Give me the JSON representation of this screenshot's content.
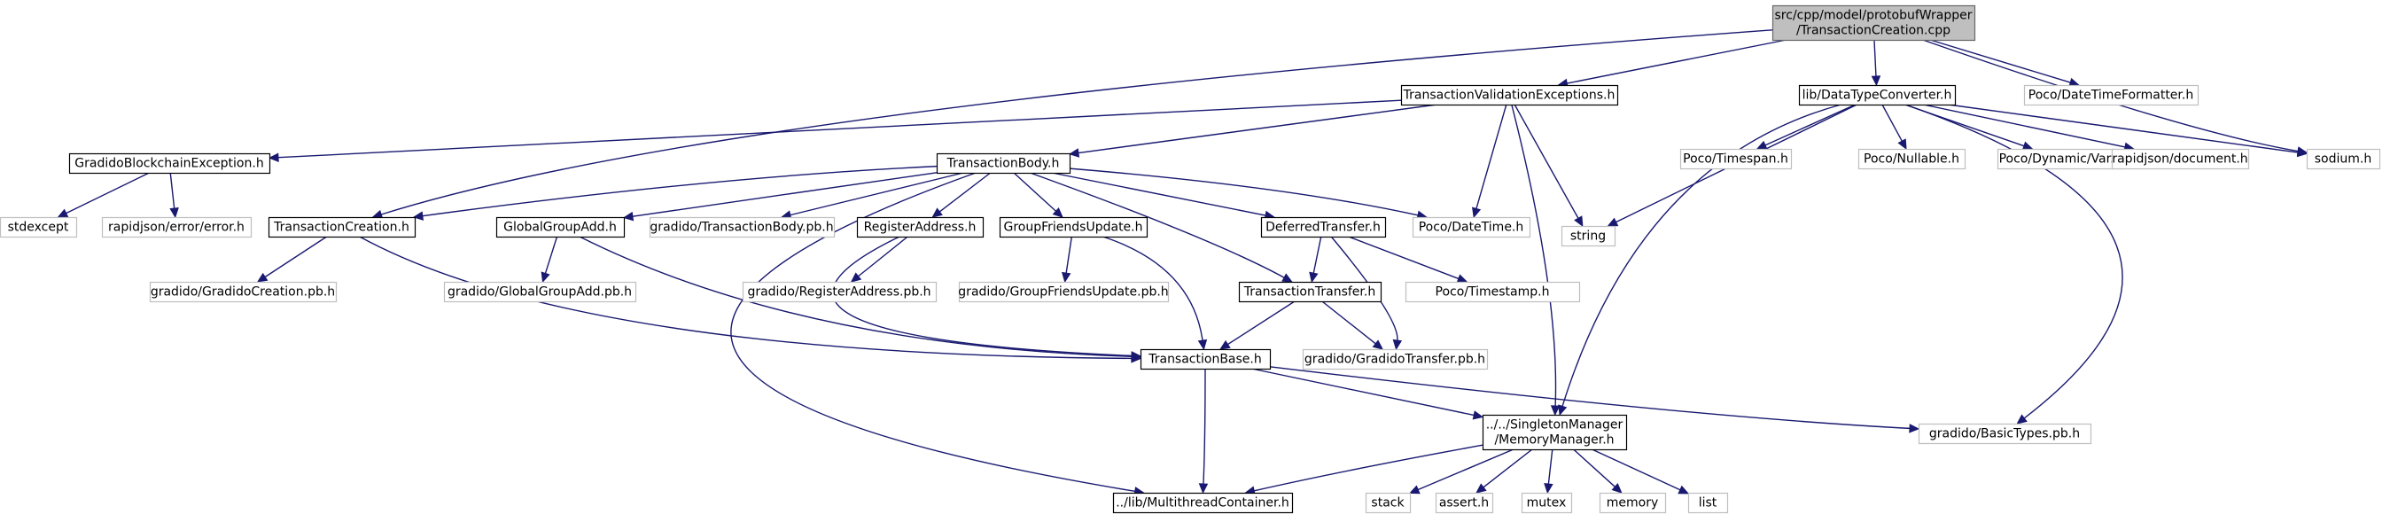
{
  "graph": {
    "nodes": [
      {
        "id": "root",
        "lines": [
          "src/cpp/model/protobufWrapper",
          "/TransactionCreation.cpp"
        ],
        "kind": "root"
      },
      {
        "id": "tve",
        "lines": [
          "TransactionValidationExceptions.h"
        ],
        "kind": "internal"
      },
      {
        "id": "dtc",
        "lines": [
          "lib/DataTypeConverter.h"
        ],
        "kind": "internal"
      },
      {
        "id": "pocoDTF",
        "lines": [
          "Poco/DateTimeFormatter.h"
        ],
        "kind": "external"
      },
      {
        "id": "gbe",
        "lines": [
          "GradidoBlockchainException.h"
        ],
        "kind": "internal"
      },
      {
        "id": "tbody",
        "lines": [
          "TransactionBody.h"
        ],
        "kind": "internal"
      },
      {
        "id": "string",
        "lines": [
          "string"
        ],
        "kind": "external"
      },
      {
        "id": "timespan",
        "lines": [
          "Poco/Timespan.h"
        ],
        "kind": "external"
      },
      {
        "id": "nullable",
        "lines": [
          "Poco/Nullable.h"
        ],
        "kind": "external"
      },
      {
        "id": "dynvar",
        "lines": [
          "Poco/Dynamic/Var.h"
        ],
        "kind": "external"
      },
      {
        "id": "rjdoc",
        "lines": [
          "rapidjson/document.h"
        ],
        "kind": "external"
      },
      {
        "id": "sodium",
        "lines": [
          "sodium.h"
        ],
        "kind": "external"
      },
      {
        "id": "stdexcept",
        "lines": [
          "stdexcept"
        ],
        "kind": "external"
      },
      {
        "id": "rjerr",
        "lines": [
          "rapidjson/error/error.h"
        ],
        "kind": "external"
      },
      {
        "id": "tcreation",
        "lines": [
          "TransactionCreation.h"
        ],
        "kind": "internal"
      },
      {
        "id": "gga",
        "lines": [
          "GlobalGroupAdd.h"
        ],
        "kind": "internal"
      },
      {
        "id": "tbodypb",
        "lines": [
          "gradido/TransactionBody.pb.h"
        ],
        "kind": "external"
      },
      {
        "id": "regaddr",
        "lines": [
          "RegisterAddress.h"
        ],
        "kind": "internal"
      },
      {
        "id": "gfu",
        "lines": [
          "GroupFriendsUpdate.h"
        ],
        "kind": "internal"
      },
      {
        "id": "deferred",
        "lines": [
          "DeferredTransfer.h"
        ],
        "kind": "internal"
      },
      {
        "id": "pocoDT",
        "lines": [
          "Poco/DateTime.h"
        ],
        "kind": "external"
      },
      {
        "id": "creationpb",
        "lines": [
          "gradido/GradidoCreation.pb.h"
        ],
        "kind": "external"
      },
      {
        "id": "ggapb",
        "lines": [
          "gradido/GlobalGroupAdd.pb.h"
        ],
        "kind": "external"
      },
      {
        "id": "regaddrpb",
        "lines": [
          "gradido/RegisterAddress.pb.h"
        ],
        "kind": "external"
      },
      {
        "id": "gfupb",
        "lines": [
          "gradido/GroupFriendsUpdate.pb.h"
        ],
        "kind": "external"
      },
      {
        "id": "transfer",
        "lines": [
          "TransactionTransfer.h"
        ],
        "kind": "internal"
      },
      {
        "id": "pocoTS",
        "lines": [
          "Poco/Timestamp.h"
        ],
        "kind": "external"
      },
      {
        "id": "tbase",
        "lines": [
          "TransactionBase.h"
        ],
        "kind": "internal"
      },
      {
        "id": "transferpb",
        "lines": [
          "gradido/GradidoTransfer.pb.h"
        ],
        "kind": "external"
      },
      {
        "id": "memmgr",
        "lines": [
          "../../SingletonManager",
          "/MemoryManager.h"
        ],
        "kind": "internal"
      },
      {
        "id": "basictypes",
        "lines": [
          "gradido/BasicTypes.pb.h"
        ],
        "kind": "external"
      },
      {
        "id": "stack",
        "lines": [
          "stack"
        ],
        "kind": "external"
      },
      {
        "id": "asserth",
        "lines": [
          "assert.h"
        ],
        "kind": "external"
      },
      {
        "id": "mutex",
        "lines": [
          "mutex"
        ],
        "kind": "external"
      },
      {
        "id": "memory",
        "lines": [
          "memory"
        ],
        "kind": "external"
      },
      {
        "id": "list",
        "lines": [
          "list"
        ],
        "kind": "external"
      },
      {
        "id": "mtc",
        "lines": [
          "../lib/MultithreadContainer.h"
        ],
        "kind": "internal"
      }
    ],
    "edges": [
      [
        "root",
        "tve"
      ],
      [
        "root",
        "dtc"
      ],
      [
        "root",
        "pocoDTF"
      ],
      [
        "root",
        "sodium"
      ],
      [
        "root",
        "tcreation"
      ],
      [
        "tve",
        "gbe"
      ],
      [
        "tve",
        "tbody"
      ],
      [
        "tve",
        "string"
      ],
      [
        "tve",
        "pocoDT"
      ],
      [
        "tve",
        "memmgr"
      ],
      [
        "dtc",
        "string"
      ],
      [
        "dtc",
        "timespan"
      ],
      [
        "dtc",
        "nullable"
      ],
      [
        "dtc",
        "dynvar"
      ],
      [
        "dtc",
        "rjdoc"
      ],
      [
        "dtc",
        "sodium"
      ],
      [
        "dtc",
        "basictypes"
      ],
      [
        "dtc",
        "memmgr"
      ],
      [
        "gbe",
        "stdexcept"
      ],
      [
        "gbe",
        "rjerr"
      ],
      [
        "tbody",
        "tcreation"
      ],
      [
        "tbody",
        "gga"
      ],
      [
        "tbody",
        "tbodypb"
      ],
      [
        "tbody",
        "regaddr"
      ],
      [
        "tbody",
        "gfu"
      ],
      [
        "tbody",
        "deferred"
      ],
      [
        "tbody",
        "transfer"
      ],
      [
        "tbody",
        "pocoDT"
      ],
      [
        "tbody",
        "mtc"
      ],
      [
        "tcreation",
        "creationpb"
      ],
      [
        "tcreation",
        "tbase"
      ],
      [
        "gga",
        "ggapb"
      ],
      [
        "gga",
        "tbase"
      ],
      [
        "regaddr",
        "regaddrpb"
      ],
      [
        "regaddr",
        "tbase"
      ],
      [
        "gfu",
        "gfupb"
      ],
      [
        "gfu",
        "tbase"
      ],
      [
        "deferred",
        "transfer"
      ],
      [
        "deferred",
        "pocoTS"
      ],
      [
        "deferred",
        "transferpb"
      ],
      [
        "transfer",
        "tbase"
      ],
      [
        "transfer",
        "transferpb"
      ],
      [
        "tbase",
        "memmgr"
      ],
      [
        "tbase",
        "basictypes"
      ],
      [
        "tbase",
        "mtc"
      ],
      [
        "memmgr",
        "stack"
      ],
      [
        "memmgr",
        "asserth"
      ],
      [
        "memmgr",
        "mutex"
      ],
      [
        "memmgr",
        "memory"
      ],
      [
        "memmgr",
        "list"
      ],
      [
        "memmgr",
        "mtc"
      ]
    ]
  }
}
